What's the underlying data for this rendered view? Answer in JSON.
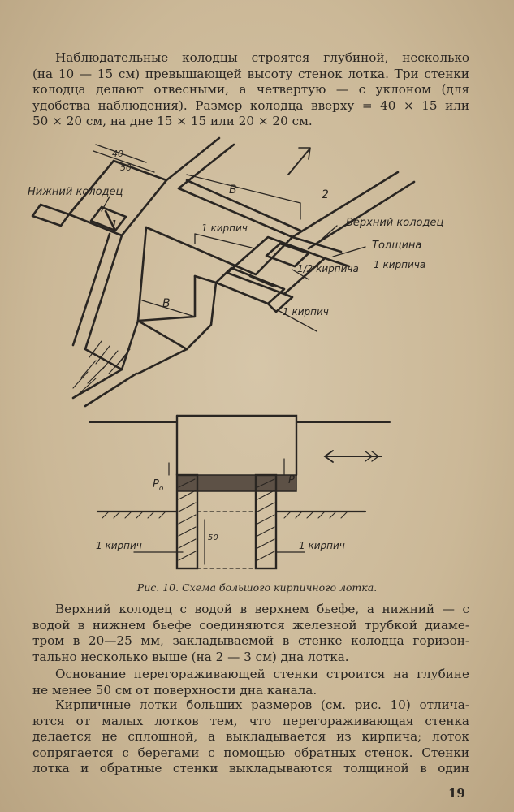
{
  "paragraph1": [
    "Наблюдательные колодцы строятся глубиной, несколько",
    "(на 10 — 15 см) превышающей высоту стенок лотка. Три стенки",
    "колодца делают отвесными, а четвертую — с уклоном (для",
    "удобства наблюдения). Размер колодца вверху = 40 × 15 или",
    "50 × 20 см, на дне 15 × 15 или 20 × 20 см."
  ],
  "figure": {
    "labels": {
      "lower_well": "Нижний колодец",
      "upper_well": "Верхний колодец",
      "dim_40": "40",
      "dim_50": "50",
      "dim_b_top": "В",
      "dim_b_bottom": "В",
      "num_1": "1",
      "num_2": "2",
      "brick1_a": "1 кирпич",
      "brick1_b": "1 кирпич",
      "half_brick": "1/2 кирпича",
      "thickness": "Толщина",
      "thickness_val": "1 кирпича",
      "section_brick_left": "1 кирпич",
      "section_brick_right": "1 кирпич",
      "p0": "P",
      "p0_sub": "o",
      "p": "P",
      "dim_50_section": "50"
    }
  },
  "caption": {
    "label": "Рис. 10.",
    "text": "Схема большого кирпичного лотка."
  },
  "paragraph2": [
    "Верхний колодец с водой в верхнем бьефе, а нижний — с",
    "водой в нижнем бьефе соединяются железной трубкой диаме-",
    "тром в 20—25 мм, закладываемой в стенке колодца горизон-",
    "тально несколько выше (на 2 — 3 см) дна лотка."
  ],
  "paragraph3": [
    "Основание перегораживающей стенки строится на глубине",
    "не менее 50 см от поверхности дна канала."
  ],
  "paragraph4": [
    "Кирпичные лотки больших размеров (см. рис. 10) отлича-",
    "ются от малых лотков тем, что перегораживающая стенка",
    "делается не сплошной, а выкладывается из кирпича; лоток",
    "сопрягается с берегами с помощью обратных стенок. Стенки",
    "лотка и обратные стенки выкладываются толщиной в один"
  ],
  "page_number": "19",
  "colors": {
    "paper": "#cfbe9f",
    "ink": "#2a2622"
  }
}
